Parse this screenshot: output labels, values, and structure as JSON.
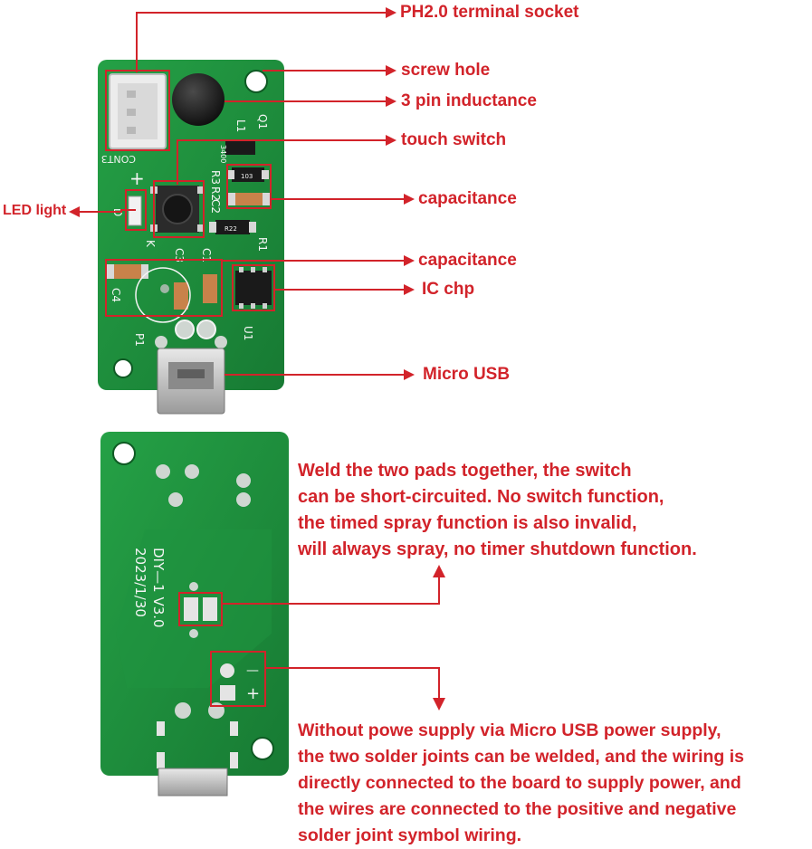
{
  "colors": {
    "annotation": "#d2232a",
    "pcb_green": "#1d8b3a",
    "pcb_dark": "#156b2c",
    "silkscreen": "#f4f4f4"
  },
  "front_board": {
    "labels": {
      "terminal": "PH2.0 terminal socket",
      "screw_hole": "screw hole",
      "inductance": "3 pin inductance",
      "touch_switch": "touch switch",
      "capacitance_1": "capacitance",
      "led": "LED light",
      "capacitance_2": "capacitance",
      "ic": "IC chp",
      "usb": "Micro USB"
    },
    "silkscreen": {
      "cont3": "CONT3",
      "l1": "L1",
      "q1": "Q1",
      "r3": "R3",
      "r2": "R2",
      "r1": "R1",
      "c2": "C2",
      "c1": "C1",
      "c3": "C3",
      "c4": "C4",
      "d": "D",
      "k": "K",
      "plus": "+",
      "p1": "P1",
      "u1": "U1",
      "code_3400": "3400",
      "code_103": "103",
      "code_r22": "R22"
    }
  },
  "back_board": {
    "silkscreen": {
      "version": "DIY—1 V3.0",
      "date": "2023/1/30",
      "minus": "—",
      "plus": "+"
    },
    "note_weld_lines": [
      "Weld the two pads together, the switch",
      "can be short-circuited. No switch function,",
      "the timed spray function is also invalid,",
      "will always spray, no timer shutdown function."
    ],
    "note_power_lines": [
      "Without powe supply via Micro USB power supply,",
      "the two solder joints can be welded, and the wiring is",
      "directly connected to the board to supply power, and",
      "the wires are connected to the positive and negative",
      "solder joint symbol wiring."
    ]
  }
}
